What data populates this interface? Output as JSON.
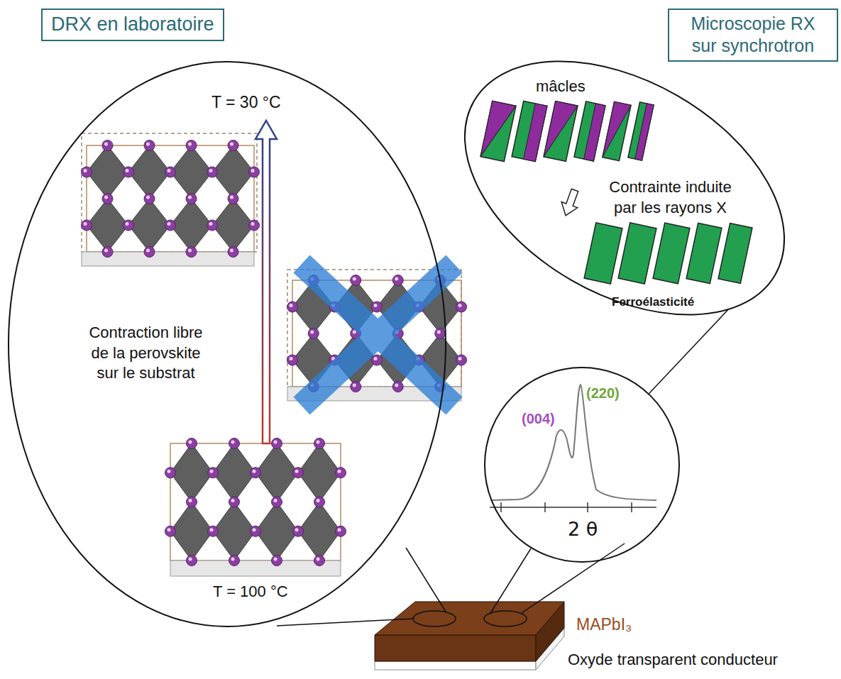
{
  "diagram": {
    "nodes": [
      {
        "text": [
          "DRX en laboratoire"
        ]
      },
      {
        "text": [
          "Microscopie RX sur synchrotron"
        ]
      },
      {
        "text": [
          "T = 30 °C",
          "Contraction libre de la perovskite sur le substrat",
          "T = 100 °C"
        ]
      },
      {
        "text": [
          "mâcles",
          "Contrainte induite par les rayons X",
          "Ferroélasticité"
        ]
      },
      {
        "text": [
          "(004)",
          "(220)",
          "2 θ"
        ]
      }
    ],
    "edges": [
      {
        "from": 4,
        "to": 3,
        "arrow": "none"
      }
    ],
    "labels": [
      "MAPbI₃",
      "Oxyde transparent conducteur"
    ]
  }
}
